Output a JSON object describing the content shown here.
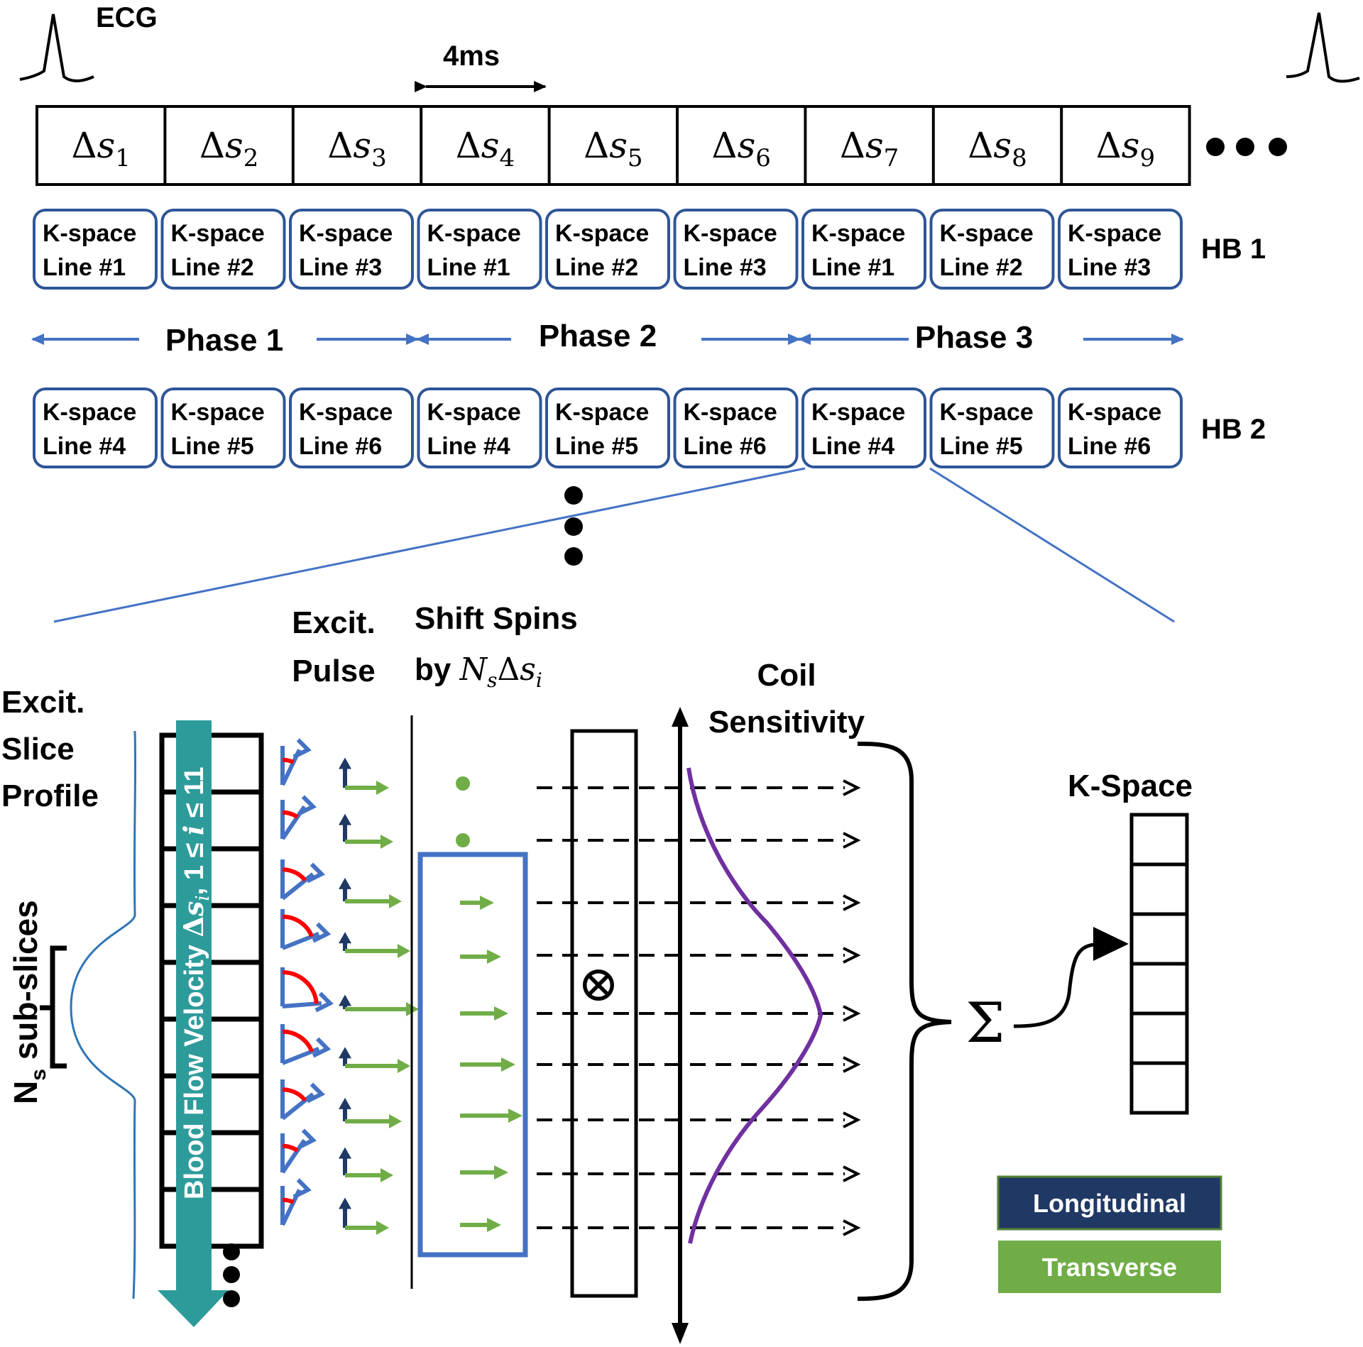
{
  "ecg_label": "ECG",
  "duration_label": "4ms",
  "delta": "Δ",
  "s": "s",
  "slices": [
    "1",
    "2",
    "3",
    "4",
    "5",
    "6",
    "7",
    "8",
    "9"
  ],
  "hb1": {
    "label": "HB 1",
    "cells": [
      [
        "K-space",
        "Line #1"
      ],
      [
        "K-space",
        "Line #2"
      ],
      [
        "K-space",
        "Line #3"
      ],
      [
        "K-space",
        "Line #1"
      ],
      [
        "K-space",
        "Line #2"
      ],
      [
        "K-space",
        "Line #3"
      ],
      [
        "K-space",
        "Line #1"
      ],
      [
        "K-space",
        "Line #2"
      ],
      [
        "K-space",
        "Line #3"
      ]
    ]
  },
  "hb2": {
    "label": "HB 2",
    "cells": [
      [
        "K-space",
        "Line #4"
      ],
      [
        "K-space",
        "Line #5"
      ],
      [
        "K-space",
        "Line #6"
      ],
      [
        "K-space",
        "Line #4"
      ],
      [
        "K-space",
        "Line #5"
      ],
      [
        "K-space",
        "Line #6"
      ],
      [
        "K-space",
        "Line #4"
      ],
      [
        "K-space",
        "Line #5"
      ],
      [
        "K-space",
        "Line #6"
      ]
    ]
  },
  "phases": [
    "Phase 1",
    "Phase 2",
    "Phase 3"
  ],
  "excit_slice_profile": [
    "Excit.",
    "Slice",
    "Profile"
  ],
  "excit_pulse": [
    "Excit.",
    "Pulse"
  ],
  "shift_spins": {
    "line1": "Shift Spins",
    "by": "by ",
    "N": "N",
    "s": "s",
    "delta": "Δ",
    "s2": "s",
    "i": "i"
  },
  "coil_sensitivity": [
    "Coil",
    "Sensitivity"
  ],
  "kspace_label": "K-Space",
  "ns_subslices": {
    "N": "N",
    "s": "s",
    "rest": " sub-slices"
  },
  "blood_flow": {
    "text": "Blood Flow Velocity ",
    "delta": "Δ",
    "s": "s",
    "i": "i",
    "range": ", 1 ≤ ",
    "i2": "i",
    "le": " ≤ 11"
  },
  "sum_symbol": "Σ",
  "otimes_symbol": "⊗",
  "legend": [
    {
      "label": "Longitudinal",
      "color": "#1f3864"
    },
    {
      "label": "Transverse",
      "color": "#70ad47"
    }
  ],
  "colors": {
    "box_border": "#2f5597",
    "arrow_blue": "#4472c4",
    "arrow_green": "#70ad47",
    "arrow_navy": "#1f3864",
    "arc_red": "#ff0000",
    "curve_purple": "#7030a0",
    "teal": "#2e9b9b",
    "profile_blue": "#2e75b6"
  }
}
